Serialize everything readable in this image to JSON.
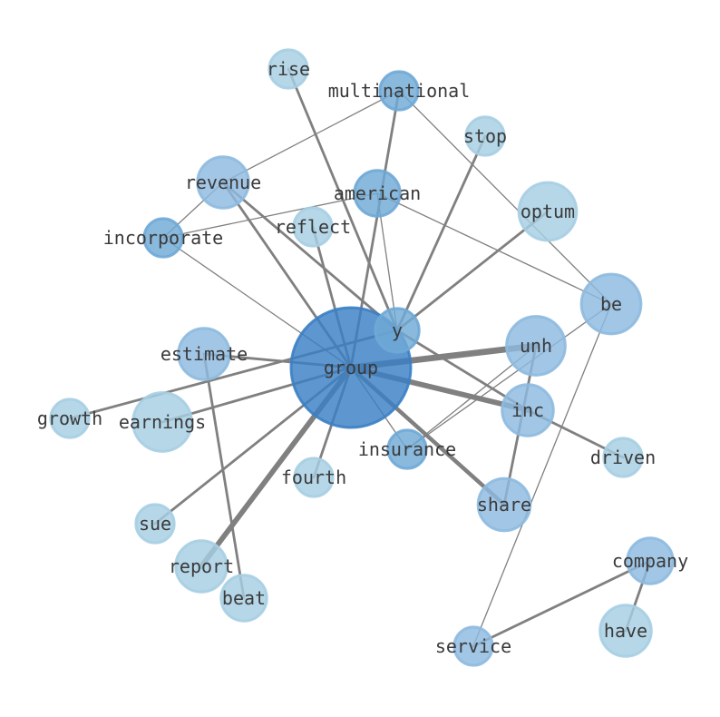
{
  "colors": {
    "level_1": "#a6cee3",
    "level_2": "#8dbadf",
    "level_3": "#6fa9d6",
    "level_4": "#3b7fc4",
    "edge": "#808080",
    "label": "#3a3a3a"
  },
  "nodes": [
    {
      "id": "group",
      "label": "group",
      "weight": 1.0,
      "level": 4
    },
    {
      "id": "y",
      "label": "y",
      "weight": 0.18,
      "level": 3
    },
    {
      "id": "unh",
      "label": "unh",
      "weight": 0.34,
      "level": 2
    },
    {
      "id": "inc",
      "label": "inc",
      "weight": 0.26,
      "level": 2
    },
    {
      "id": "share",
      "label": "share",
      "weight": 0.27,
      "level": 2
    },
    {
      "id": "be",
      "label": "be",
      "weight": 0.35,
      "level": 2
    },
    {
      "id": "optum",
      "label": "optum",
      "weight": 0.33,
      "level": 1
    },
    {
      "id": "earnings",
      "label": "earnings",
      "weight": 0.34,
      "level": 1
    },
    {
      "id": "estimate",
      "label": "estimate",
      "weight": 0.26,
      "level": 2
    },
    {
      "id": "revenue",
      "label": "revenue",
      "weight": 0.26,
      "level": 2
    },
    {
      "id": "american",
      "label": "american",
      "weight": 0.2,
      "level": 3
    },
    {
      "id": "report",
      "label": "report",
      "weight": 0.26,
      "level": 1
    },
    {
      "id": "have",
      "label": "have",
      "weight": 0.26,
      "level": 1
    },
    {
      "id": "company",
      "label": "company",
      "weight": 0.2,
      "level": 2
    },
    {
      "id": "beat",
      "label": "beat",
      "weight": 0.2,
      "level": 1
    },
    {
      "id": "insurance",
      "label": "insurance",
      "weight": 0.12,
      "level": 3
    },
    {
      "id": "incorporate",
      "label": "incorporate",
      "weight": 0.12,
      "level": 3
    },
    {
      "id": "multinational",
      "label": "multinational",
      "weight": 0.12,
      "level": 3
    },
    {
      "id": "reflect",
      "label": "reflect",
      "weight": 0.12,
      "level": 1
    },
    {
      "id": "stop",
      "label": "stop",
      "weight": 0.12,
      "level": 1
    },
    {
      "id": "rise",
      "label": "rise",
      "weight": 0.12,
      "level": 1
    },
    {
      "id": "growth",
      "label": "growth",
      "weight": 0.12,
      "level": 1
    },
    {
      "id": "driven",
      "label": "driven",
      "weight": 0.12,
      "level": 1
    },
    {
      "id": "fourth",
      "label": "fourth",
      "weight": 0.12,
      "level": 1
    },
    {
      "id": "sue",
      "label": "sue",
      "weight": 0.12,
      "level": 1
    },
    {
      "id": "service",
      "label": "service",
      "weight": 0.12,
      "level": 2
    }
  ],
  "edges": [
    {
      "source": "group",
      "target": "unh",
      "weight": 5
    },
    {
      "source": "group",
      "target": "inc",
      "weight": 4
    },
    {
      "source": "group",
      "target": "report",
      "weight": 4
    },
    {
      "source": "group",
      "target": "share",
      "weight": 3
    },
    {
      "source": "group",
      "target": "revenue",
      "weight": 2
    },
    {
      "source": "group",
      "target": "estimate",
      "weight": 2
    },
    {
      "source": "group",
      "target": "earnings",
      "weight": 2
    },
    {
      "source": "group",
      "target": "sue",
      "weight": 2
    },
    {
      "source": "group",
      "target": "reflect",
      "weight": 2
    },
    {
      "source": "group",
      "target": "fourth",
      "weight": 2
    },
    {
      "source": "group",
      "target": "multinational",
      "weight": 2
    },
    {
      "source": "group",
      "target": "incorporate",
      "weight": 1
    },
    {
      "source": "group",
      "target": "insurance",
      "weight": 1
    },
    {
      "source": "y",
      "target": "growth",
      "weight": 2
    },
    {
      "source": "y",
      "target": "stop",
      "weight": 2
    },
    {
      "source": "y",
      "target": "optum",
      "weight": 2
    },
    {
      "source": "y",
      "target": "rise",
      "weight": 2
    },
    {
      "source": "y",
      "target": "revenue",
      "weight": 2
    },
    {
      "source": "y",
      "target": "american",
      "weight": 1
    },
    {
      "source": "y",
      "target": "inc",
      "weight": 2
    },
    {
      "source": "unh",
      "target": "share",
      "weight": 2
    },
    {
      "source": "unh",
      "target": "insurance",
      "weight": 1
    },
    {
      "source": "inc",
      "target": "driven",
      "weight": 2
    },
    {
      "source": "estimate",
      "target": "beat",
      "weight": 2
    },
    {
      "source": "company",
      "target": "service",
      "weight": 2
    },
    {
      "source": "company",
      "target": "have",
      "weight": 2
    },
    {
      "source": "be",
      "target": "insurance",
      "weight": 1
    },
    {
      "source": "be",
      "target": "service",
      "weight": 1
    },
    {
      "source": "be",
      "target": "multinational",
      "weight": 1
    },
    {
      "source": "american",
      "target": "incorporate",
      "weight": 1
    },
    {
      "source": "american",
      "target": "be",
      "weight": 1
    },
    {
      "source": "revenue",
      "target": "multinational",
      "weight": 1
    },
    {
      "source": "incorporate",
      "target": "revenue",
      "weight": 1
    }
  ]
}
